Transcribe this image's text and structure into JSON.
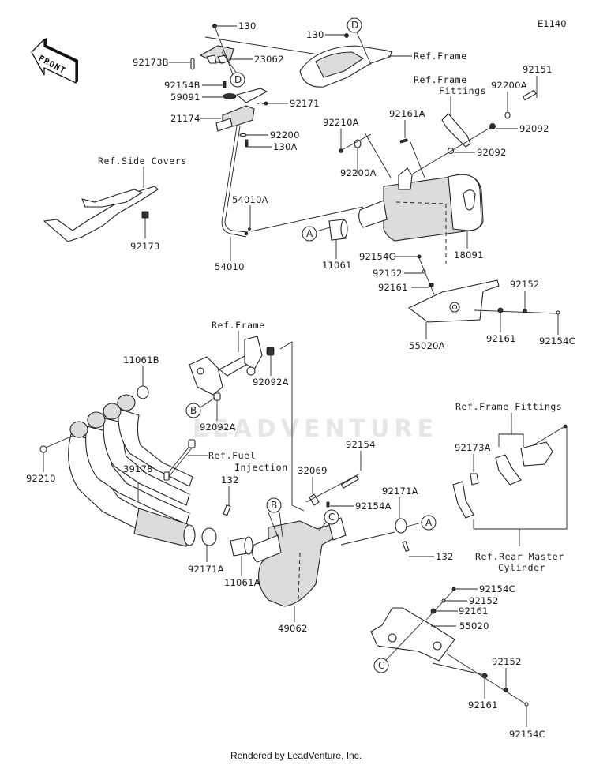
{
  "diagram": {
    "code": "E1140",
    "watermark": "LEADVENTURE",
    "front_label": "FRONT",
    "footer": "Rendered by LeadVenture, Inc."
  },
  "callouts": {
    "A": "A",
    "B": "B",
    "C": "C",
    "D": "D"
  },
  "refs": {
    "frame_top": "Ref.Frame",
    "frame_fittings_top_1": "Ref.Frame",
    "frame_fittings_top_2": "Fittings",
    "side_covers": "Ref.Side Covers",
    "frame_mid": "Ref.Frame",
    "fuel_injection_1": "Ref.Fuel",
    "fuel_injection_2": "Injection",
    "frame_fittings_right": "Ref.Frame Fittings",
    "rear_master_1": "Ref.Rear Master",
    "rear_master_2": "Cylinder"
  },
  "parts": {
    "p130_a": "130",
    "p130_b": "130",
    "p92173B": "92173B",
    "p23062": "23062",
    "p92154B": "92154B",
    "p59091": "59091",
    "p92171": "92171",
    "p21174": "21174",
    "p92200": "92200",
    "p130A": "130A",
    "p92173": "92173",
    "p54010A": "54010A",
    "p54010": "54010",
    "p92210A": "92210A",
    "p92200A_a": "92200A",
    "p92161A": "92161A",
    "p92200A_b": "92200A",
    "p92151": "92151",
    "p92092_a": "92092",
    "p92092_b": "92092",
    "p11061": "11061",
    "p18091": "18091",
    "p92154C_a": "92154C",
    "p92152_a": "92152",
    "p92161_a": "92161",
    "p55020A": "55020A",
    "p92152_b": "92152",
    "p92161_b": "92161",
    "p92154C_b": "92154C",
    "p11061B": "11061B",
    "p92092A_a": "92092A",
    "p92092A_b": "92092A",
    "p92210": "92210",
    "p39178": "39178",
    "p132_a": "132",
    "p92154": "92154",
    "p32069": "32069",
    "p92154A": "92154A",
    "p92171A_a": "92171A",
    "p92173A": "92173A",
    "p132_b": "132",
    "p92171A_b": "92171A",
    "p11061A": "11061A",
    "p49062": "49062",
    "p92154C_c": "92154C",
    "p92152_c": "92152",
    "p92161_c": "92161",
    "p55020": "55020",
    "p92152_d": "92152",
    "p92161_d": "92161",
    "p92154C_d": "92154C"
  }
}
